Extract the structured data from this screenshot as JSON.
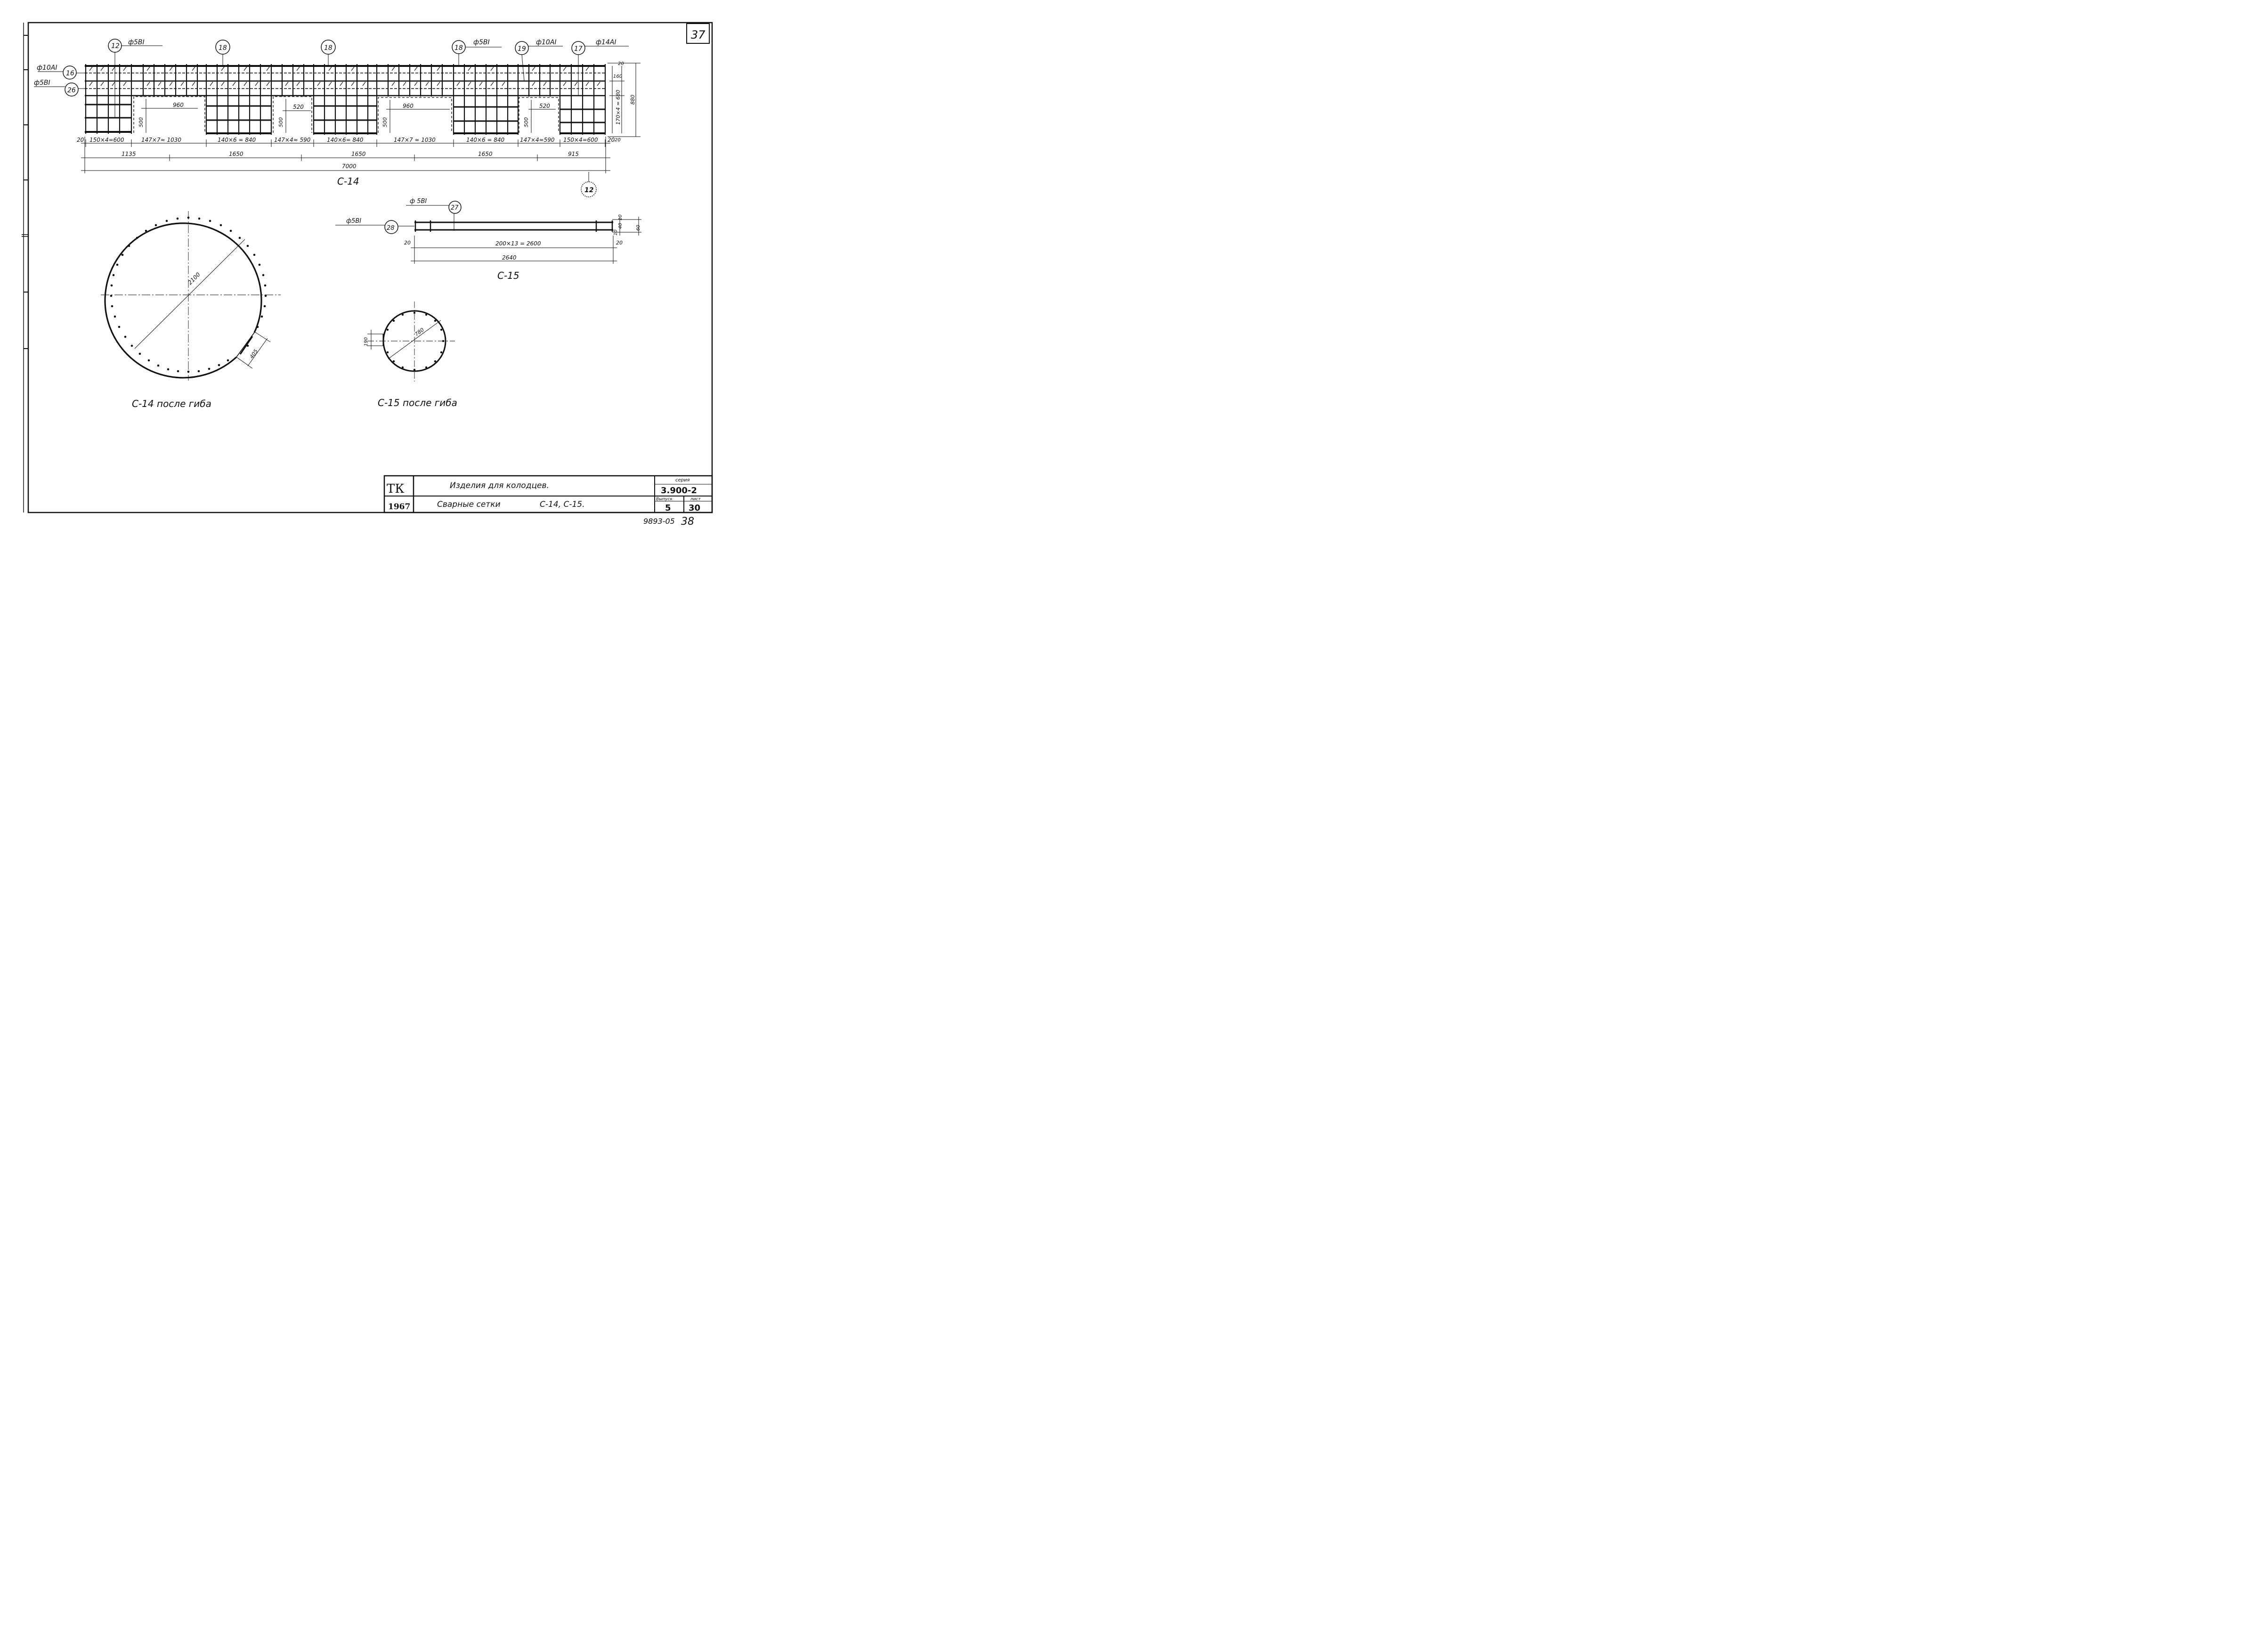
{
  "sheet": {
    "page_number": "37",
    "bottom_code": "9893-05",
    "bottom_page": "38"
  },
  "title_block": {
    "org": "ТК",
    "year": "1967",
    "line1": "Изделия   для   колодцев.",
    "line2_left": "Сварные  сетки",
    "line2_right": "С-14,  С-15.",
    "series_label": "серия",
    "series_value": "3.900-2",
    "issue_label": "Выпуск",
    "issue_value": "5",
    "sheet_label": "лист",
    "sheet_value": "30"
  },
  "c14": {
    "name": "С-14",
    "callouts": {
      "m12": "12",
      "m18a": "18",
      "m18b": "18",
      "m18c": "18",
      "m19": "19",
      "m17": "17",
      "m16": "16",
      "m26": "26",
      "m12b": "12"
    },
    "bar_labels": {
      "top_12": "ф5ВI",
      "top_18c": "ф5ВI",
      "top_19": "ф10АI",
      "top_17": "ф14АI",
      "left_16": "ф10АI",
      "left_26": "ф5ВI"
    },
    "openings": {
      "w1": "960",
      "h1": "500",
      "w2": "520",
      "h2": "500",
      "w3": "960",
      "h3": "500",
      "w4": "520",
      "h4": "500"
    },
    "dims_row1": [
      "20",
      "150×4=600",
      "147×7≈ 1030",
      "140×6 = 840",
      "147×4≈ 590",
      "140×6= 840",
      "147×7 ≈ 1030",
      "140×6 = 840",
      "147×4≈590",
      "150×4=600",
      "20"
    ],
    "dims_row2": [
      "1135",
      "1650",
      "1650",
      "1650",
      "915"
    ],
    "dims_total": "7000",
    "dims_right": {
      "d20": "20",
      "d160": "160",
      "d680": "170×4 = 680",
      "d880": "880",
      "d20b": "20"
    }
  },
  "c15": {
    "name": "С-15",
    "callouts": {
      "m27": "27",
      "m28": "28"
    },
    "bar_labels": {
      "top_27": "ф 5ВI",
      "left_28": "ф5ВI"
    },
    "dims_main": "200×13 = 2600",
    "dims_left": "20",
    "dims_right": "20",
    "dims_total": "2640",
    "dims_v": {
      "d40": "40",
      "d10a": "10",
      "d10b": "10",
      "d60": "60"
    }
  },
  "c14_bent": {
    "caption": "С-14  после  гиба",
    "diameter": "2100",
    "overlap": "405"
  },
  "c15_bent": {
    "caption": "С-15 после гиба",
    "diameter": "780",
    "lap": "190"
  }
}
